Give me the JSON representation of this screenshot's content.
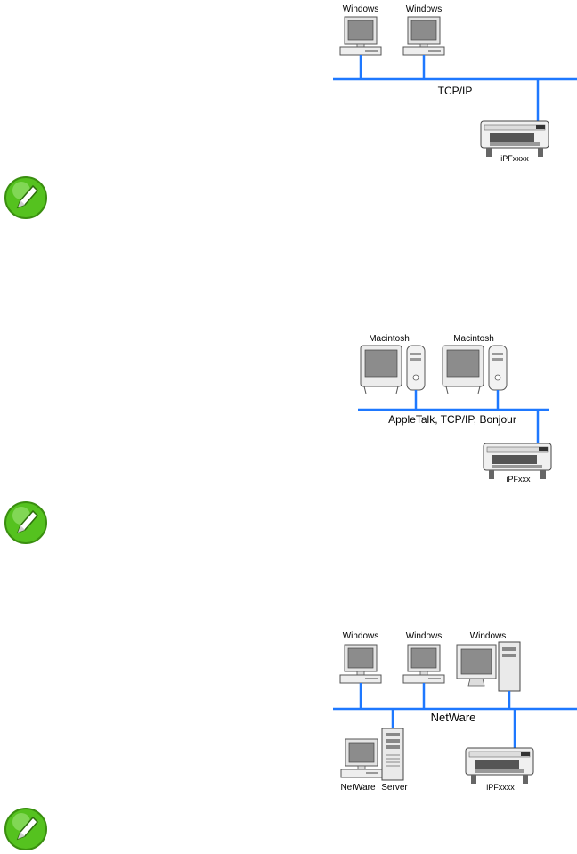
{
  "diagram1": {
    "pc_labels": [
      "Windows",
      "Windows"
    ],
    "network_label": "TCP/IP",
    "printer_label": "iPFxxxx"
  },
  "diagram2": {
    "pc_labels": [
      "Macintosh",
      "Macintosh"
    ],
    "network_label": "AppleTalk, TCP/IP, Bonjour",
    "printer_label": "iPFxxx"
  },
  "diagram3": {
    "pc_labels": [
      "Windows",
      "Windows",
      "Windows"
    ],
    "network_label": "NetWare",
    "server_labels": [
      "NetWare",
      "Server"
    ],
    "printer_label": "iPFxxxx"
  },
  "colors": {
    "network_line": "#1e78ff",
    "note_icon_green": "#55c21f"
  },
  "icons": [
    "note-pencil-icon",
    "windows-pc-icon",
    "macintosh-pc-icon",
    "large-format-printer-icon",
    "tower-server-icon"
  ]
}
